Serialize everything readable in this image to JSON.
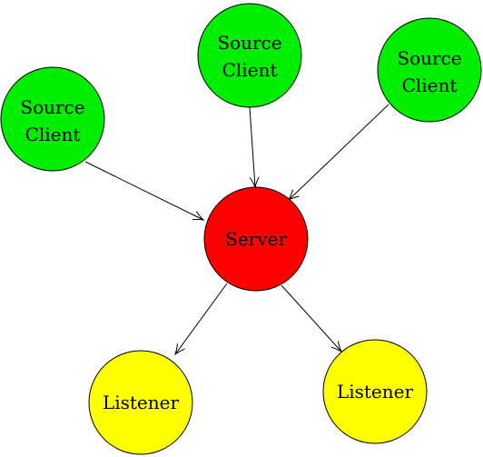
{
  "colors": {
    "source": "#00ee00",
    "server": "#ff0000",
    "listener": "#ffff00",
    "stroke": "#000000",
    "background": "#ffffff"
  },
  "nodes": {
    "source_1": {
      "lines": [
        "Source",
        "Client"
      ],
      "role": "source"
    },
    "source_2": {
      "lines": [
        "Source",
        "Client"
      ],
      "role": "source"
    },
    "source_3": {
      "lines": [
        "Source",
        "Client"
      ],
      "role": "source"
    },
    "server": {
      "lines": [
        "Server"
      ],
      "role": "server"
    },
    "listener_1": {
      "lines": [
        "Listener"
      ],
      "role": "listener"
    },
    "listener_2": {
      "lines": [
        "Listener"
      ],
      "role": "listener"
    }
  },
  "edges": [
    {
      "from": "source_1",
      "to": "server"
    },
    {
      "from": "source_2",
      "to": "server"
    },
    {
      "from": "source_3",
      "to": "server"
    },
    {
      "from": "server",
      "to": "listener_1"
    },
    {
      "from": "server",
      "to": "listener_2"
    }
  ]
}
